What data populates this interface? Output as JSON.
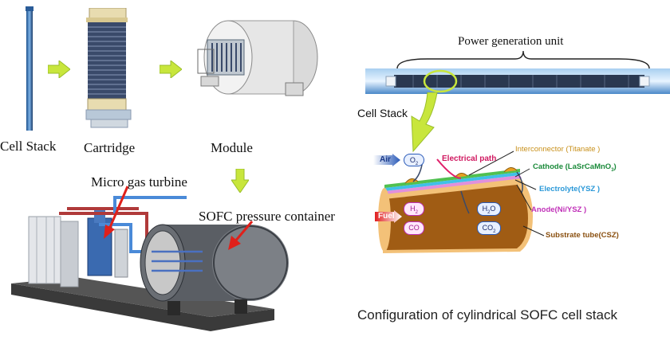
{
  "labels": {
    "cell_stack_left": "Cell Stack",
    "cartridge": "Cartridge",
    "module": "Module",
    "micro_gas_turbine": "Micro gas turbine",
    "sofc_pressure_container": "SOFC pressure container",
    "power_generation_unit": "Power generation unit",
    "cell_stack_right": "Cell Stack",
    "caption": "Configuration of cylindrical SOFC cell stack"
  },
  "cross_section": {
    "air": "Air",
    "o2": "O",
    "o2_sub": "2",
    "electrical_path": "Electrical path",
    "interconnector": "Interconnector (Titanate )",
    "cathode": "Cathode (LaSrCaMnO",
    "cathode_sub": "3",
    "cathode_end": ")",
    "electrolyte": "Electrolyte(YSZ )",
    "anode": "Anode(Ni/YSZ )",
    "fuel": "Fuel",
    "h2": "H",
    "h2_sub": "2",
    "co": "CO",
    "h2o": "H",
    "h2o_sub": "2",
    "h2o_end": "O",
    "co2": "CO",
    "co2_sub": "2",
    "substrate": "Substrate tube(CSZ)"
  },
  "colors": {
    "arrow_green": "#c8e63c",
    "red_arrow": "#e0201a",
    "interconnector": "#e8a020",
    "cathode": "#2aa84a",
    "electrolyte": "#2ab8e0",
    "anode": "#d040c8",
    "substrate": "#9a5a12",
    "electrical_path": "#e0206a"
  }
}
